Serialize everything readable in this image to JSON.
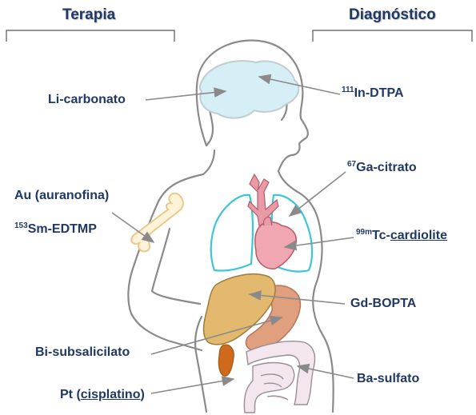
{
  "headers": {
    "therapy": "Terapia",
    "diagnostic": "Diagnóstico"
  },
  "therapy_labels": {
    "li": "Li-carbonato",
    "au": "Au (auranofina)",
    "sm_sup": "153",
    "sm_text": "Sm-EDTMP",
    "bi": "Bi-subsalicilato",
    "pt_prefix": "Pt (",
    "pt_drug": "cisplatino",
    "pt_suffix": ")"
  },
  "diagnostic_labels": {
    "in_sup": "111",
    "in_text": "In-DTPA",
    "ga_sup": "67",
    "ga_text": "Ga-citrato",
    "tc_sup": "99m",
    "tc_prefix": "Tc-",
    "tc_drug": "cardiolite",
    "gd": "Gd-BOPTA",
    "ba": "Ba-sulfato"
  },
  "colors": {
    "label_text": "#1f3864",
    "body_outline": "#8a8a8a",
    "brain": "#d6eef5",
    "bone": "#fdf3d6",
    "lungs": "#3cc6d6",
    "heart": "#e89aa6",
    "liver": "#e2b96e",
    "stomach": "#e0a07e",
    "gallbladder": "#cf6a1c",
    "intestine": "#f3e6ef",
    "arrow": "#8a8a8a"
  }
}
